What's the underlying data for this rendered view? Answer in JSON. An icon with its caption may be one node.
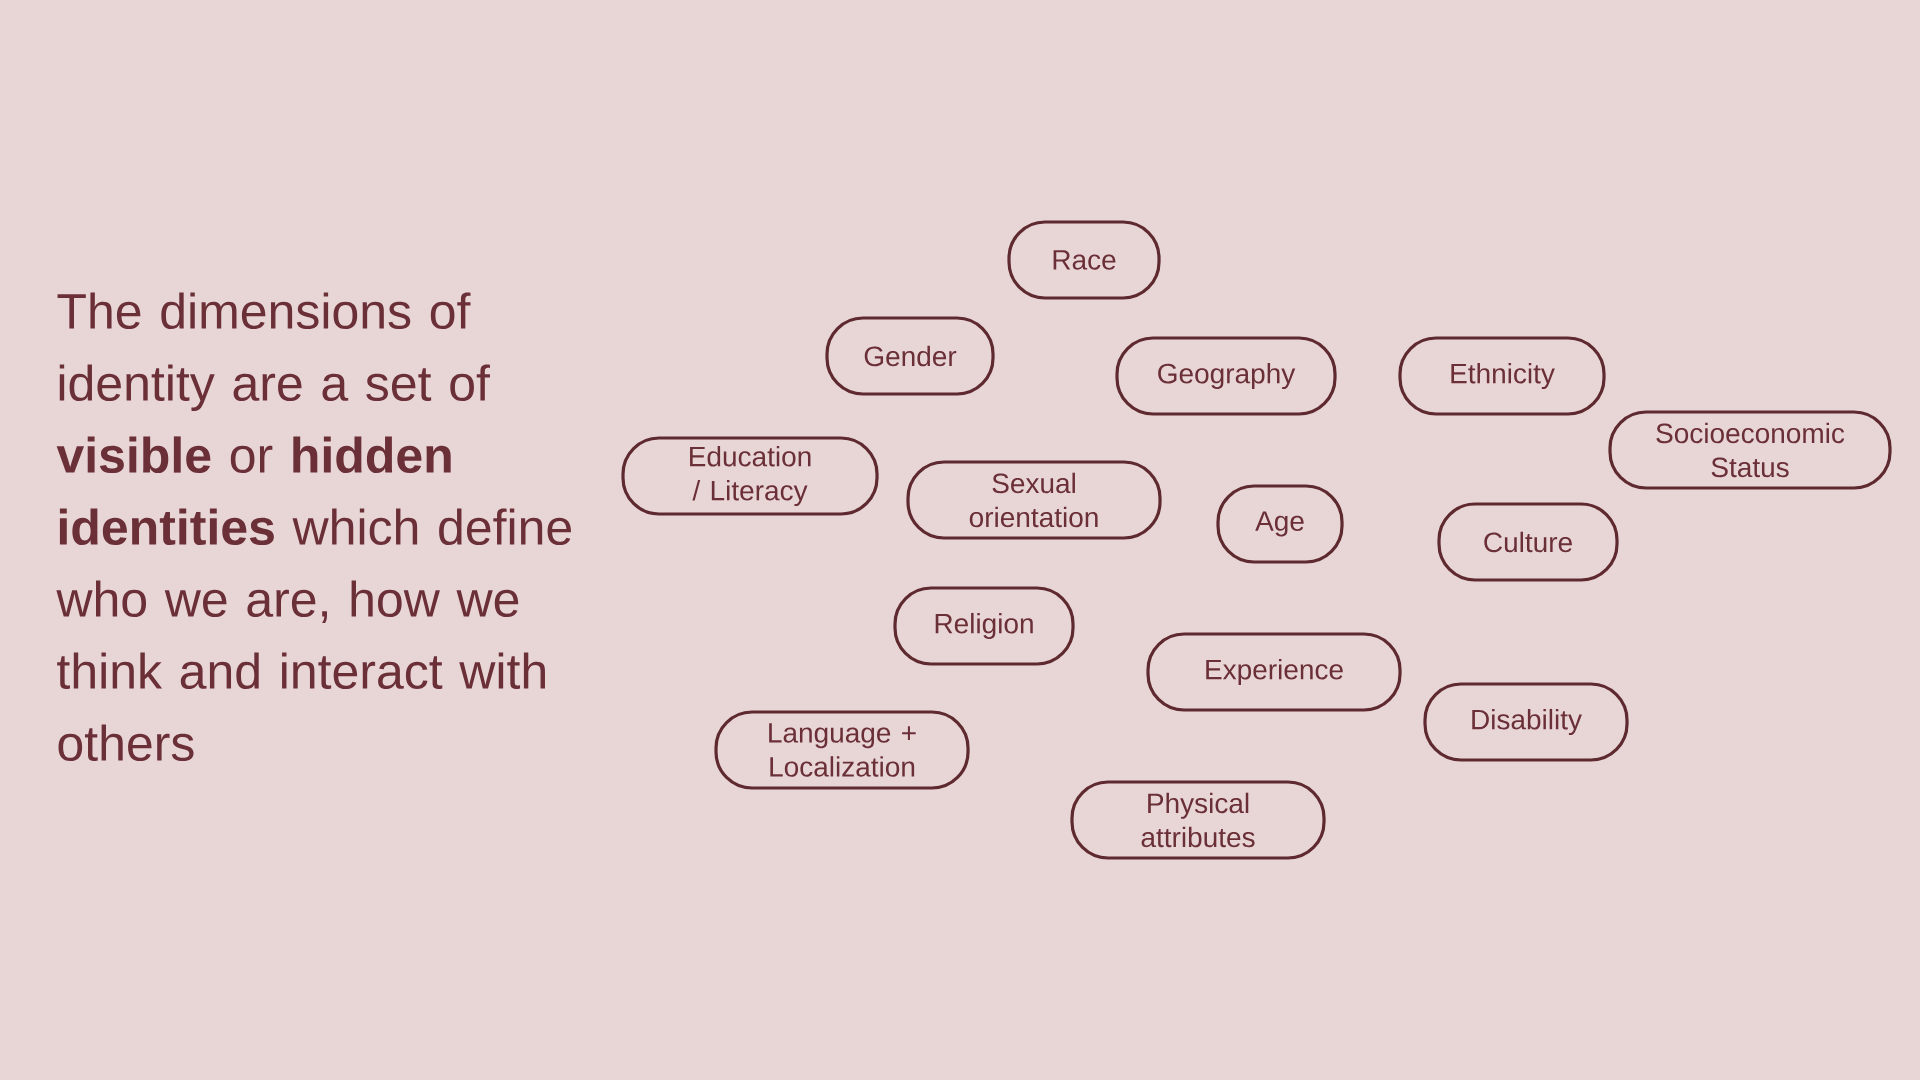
{
  "diagram": {
    "title": "The dimensions of identity are a set of **visible** or **hidden identities** which define who we are, how we think and interact with others",
    "nodes": [
      {
        "text": [
          "Race"
        ]
      },
      {
        "text": [
          "Gender"
        ]
      },
      {
        "text": [
          "Geography"
        ]
      },
      {
        "text": [
          "Ethnicity"
        ]
      },
      {
        "text": [
          "Socioeconomic Status"
        ]
      },
      {
        "text": [
          "Education / Literacy"
        ]
      },
      {
        "text": [
          "Sexual orientation"
        ]
      },
      {
        "text": [
          "Age"
        ]
      },
      {
        "text": [
          "Culture"
        ]
      },
      {
        "text": [
          "Religion"
        ]
      },
      {
        "text": [
          "Experience"
        ]
      },
      {
        "text": [
          "Disability"
        ]
      },
      {
        "text": [
          "Language + Localization"
        ]
      },
      {
        "text": [
          "Physical attributes"
        ]
      }
    ]
  }
}
